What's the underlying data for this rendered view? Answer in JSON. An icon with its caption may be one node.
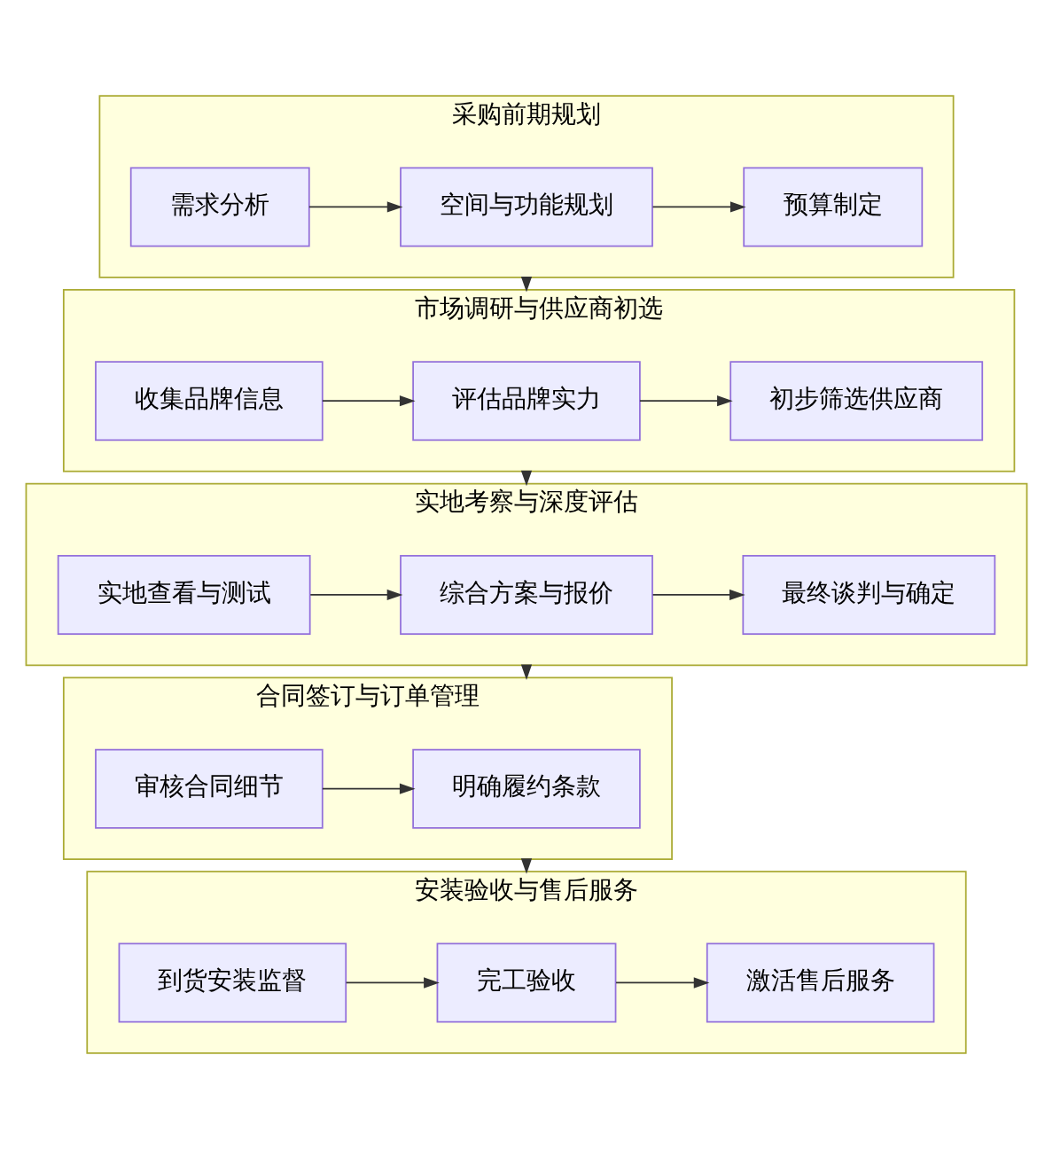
{
  "diagram": {
    "nodes": [
      {
        "text": [
          "采购前期规划"
        ]
      },
      {
        "text": [
          "需求分析"
        ],
        "in": 0
      },
      {
        "text": [
          "空间与功能规划"
        ],
        "in": 0
      },
      {
        "text": [
          "预算制定"
        ],
        "in": 0
      },
      {
        "text": [
          "市场调研与供应商初选"
        ]
      },
      {
        "text": [
          "收集品牌信息"
        ],
        "in": 4
      },
      {
        "text": [
          "评估品牌实力"
        ],
        "in": 4
      },
      {
        "text": [
          "初步筛选供应商"
        ],
        "in": 4
      },
      {
        "text": [
          "实地考察与深度评估"
        ]
      },
      {
        "text": [
          "实地查看与测试"
        ],
        "in": 8
      },
      {
        "text": [
          "综合方案与报价"
        ],
        "in": 8
      },
      {
        "text": [
          "最终谈判与确定"
        ],
        "in": 8
      },
      {
        "text": [
          "合同签订与订单管理"
        ]
      },
      {
        "text": [
          "审核合同细节"
        ],
        "in": 12
      },
      {
        "text": [
          "明确履约条款"
        ],
        "in": 12
      },
      {
        "text": [
          "安装验收与售后服务"
        ]
      },
      {
        "text": [
          "到货安装监督"
        ],
        "in": 15
      },
      {
        "text": [
          "完工验收"
        ],
        "in": 15
      },
      {
        "text": [
          "激活售后服务"
        ],
        "in": 15
      }
    ],
    "edges": [
      {
        "from": 1,
        "to": 2,
        "arrow": "to"
      },
      {
        "from": 2,
        "to": 3,
        "arrow": "to"
      },
      {
        "from": 0,
        "to": 4,
        "arrow": "to"
      },
      {
        "from": 5,
        "to": 6,
        "arrow": "to"
      },
      {
        "from": 6,
        "to": 7,
        "arrow": "to"
      },
      {
        "from": 4,
        "to": 8,
        "arrow": "to"
      },
      {
        "from": 9,
        "to": 10,
        "arrow": "to"
      },
      {
        "from": 10,
        "to": 11,
        "arrow": "to"
      },
      {
        "from": 8,
        "to": 12,
        "arrow": "to"
      },
      {
        "from": 13,
        "to": 14,
        "arrow": "to"
      },
      {
        "from": 12,
        "to": 15,
        "arrow": "to"
      },
      {
        "from": 16,
        "to": 17,
        "arrow": "to"
      },
      {
        "from": 17,
        "to": 18,
        "arrow": "to"
      }
    ]
  }
}
